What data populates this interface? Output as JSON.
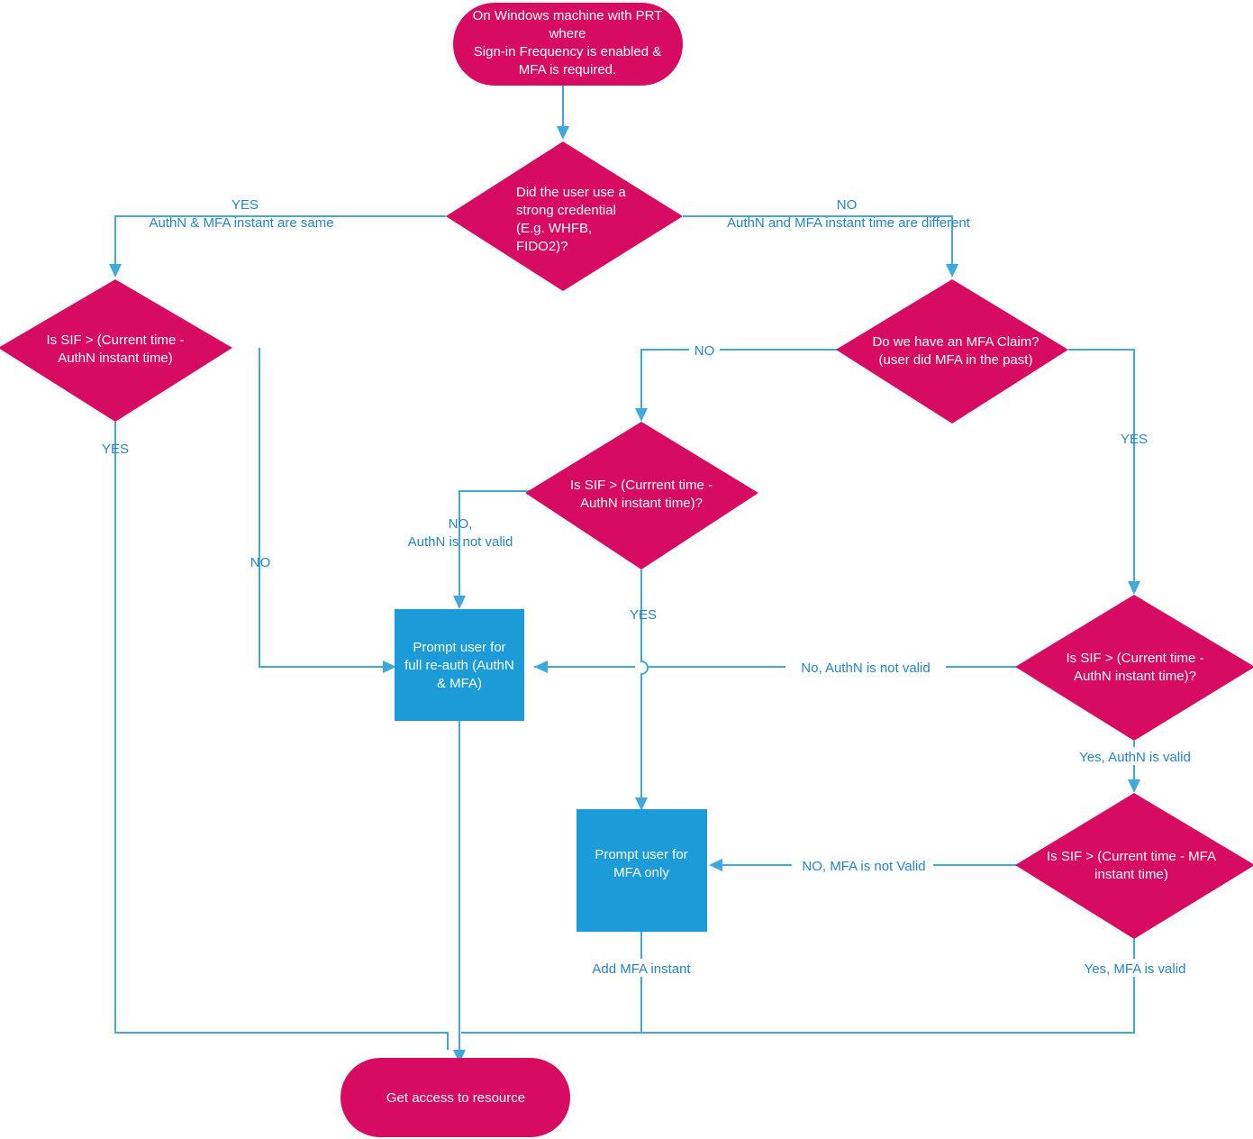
{
  "diagram": {
    "title": "Sign-in Frequency and MFA evaluation flow on a Windows machine with PRT",
    "colors": {
      "terminal_fill": "#d80b62",
      "decision_fill": "#d80b62",
      "process_fill": "#1b9bd8",
      "connector": "#3fa9dd",
      "edge_label_text": "#2585bf",
      "node_text": "#ffffff",
      "background": "#ffffff"
    },
    "nodes": [
      {
        "id": "start",
        "type": "terminator",
        "lines": [
          "On Windows machine with PRT",
          "where",
          "Sign-in Frequency is enabled &",
          "MFA is required."
        ]
      },
      {
        "id": "strong-credential",
        "type": "decision",
        "lines": [
          "Did the user use a",
          "strong credential",
          "(E.g. WHFB,",
          "FIDO2)?"
        ]
      },
      {
        "id": "sif-authn-left",
        "type": "decision",
        "lines": [
          "Is SIF > (Current time -",
          "AuthN instant time)"
        ]
      },
      {
        "id": "mfa-claim",
        "type": "decision",
        "lines": [
          "Do we have an MFA Claim?",
          "(user did MFA in the past)"
        ]
      },
      {
        "id": "sif-authn-mid",
        "type": "decision",
        "lines": [
          "Is SIF > (Currrent time -",
          "AuthN instant time)?"
        ]
      },
      {
        "id": "sif-authn-right",
        "type": "decision",
        "lines": [
          "Is SIF > (Current time -",
          "AuthN instant time)?"
        ]
      },
      {
        "id": "sif-mfa-right",
        "type": "decision",
        "lines": [
          "Is SIF >  (Current time - MFA",
          "instant time)"
        ]
      },
      {
        "id": "prompt-full-reauth",
        "type": "process",
        "lines": [
          "Prompt user for",
          "full re-auth (AuthN",
          "& MFA)"
        ]
      },
      {
        "id": "prompt-mfa-only",
        "type": "process",
        "lines": [
          "Prompt user for",
          "MFA only"
        ]
      },
      {
        "id": "get-access",
        "type": "terminator",
        "lines": [
          "Get access to resource"
        ]
      }
    ],
    "edge_labels": {
      "yes_same_instant_top": "YES",
      "yes_same_instant_bottom": "AuthN & MFA instant are same",
      "no_different_instant_top": "NO",
      "no_different_instant_bottom": "AuthN and MFA instant time are different",
      "left_yes": "YES",
      "left_no": "NO",
      "mfa_claim_no": "NO",
      "mfa_claim_yes": "YES",
      "mid_no_line1": "NO,",
      "mid_no_line2": "AuthN is not valid",
      "mid_yes": "YES",
      "right_no_authn_not_valid": "No, AuthN is not valid",
      "right_yes_authn_valid": "Yes, AuthN is valid",
      "right_no_mfa_not_valid": "NO, MFA is not Valid",
      "right_yes_mfa_valid": "Yes, MFA is valid",
      "add_mfa_instant": "Add MFA instant"
    }
  },
  "chart_data": {
    "type": "diagram",
    "title": "Sign-in Frequency / MFA decision flowchart",
    "flow": [
      {
        "from": "start",
        "to": "strong-credential",
        "label": ""
      },
      {
        "from": "strong-credential",
        "to": "sif-authn-left",
        "label": "YES / AuthN & MFA instant are same"
      },
      {
        "from": "strong-credential",
        "to": "mfa-claim",
        "label": "NO / AuthN and MFA instant time are different"
      },
      {
        "from": "sif-authn-left",
        "to": "get-access",
        "label": "YES"
      },
      {
        "from": "sif-authn-left",
        "to": "prompt-full-reauth",
        "label": "NO"
      },
      {
        "from": "mfa-claim",
        "to": "sif-authn-mid",
        "label": "NO"
      },
      {
        "from": "mfa-claim",
        "to": "sif-authn-right",
        "label": "YES"
      },
      {
        "from": "sif-authn-mid",
        "to": "prompt-full-reauth",
        "label": "NO, AuthN is not valid"
      },
      {
        "from": "sif-authn-mid",
        "to": "prompt-mfa-only",
        "label": "YES"
      },
      {
        "from": "sif-authn-right",
        "to": "prompt-full-reauth",
        "label": "No, AuthN is not valid"
      },
      {
        "from": "sif-authn-right",
        "to": "sif-mfa-right",
        "label": "Yes, AuthN is valid"
      },
      {
        "from": "sif-mfa-right",
        "to": "prompt-mfa-only",
        "label": "NO, MFA is not Valid"
      },
      {
        "from": "sif-mfa-right",
        "to": "get-access",
        "label": "Yes, MFA is valid"
      },
      {
        "from": "prompt-mfa-only",
        "to": "get-access",
        "label": "Add MFA instant"
      },
      {
        "from": "prompt-full-reauth",
        "to": "get-access",
        "label": ""
      }
    ]
  }
}
